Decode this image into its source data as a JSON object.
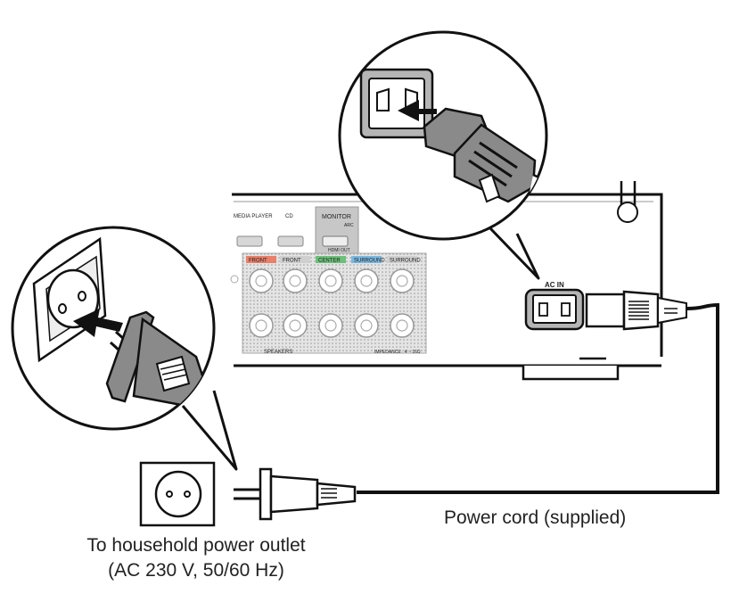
{
  "receiver": {
    "inputs": [
      "MEDIA PLAYER",
      "CD"
    ],
    "monitor": "MONITOR",
    "arc": "ARC",
    "hdmi_out": "HDMI OUT",
    "speaker_channels": [
      "FRONT",
      "FRONT",
      "CENTER",
      "SURROUND",
      "SURROUND"
    ],
    "speakers_label": "SPEAKERS",
    "impedance_label": "IMPEDANCE : 4 ~ 16Ω",
    "ac_in_label": "AC IN"
  },
  "captions": {
    "cord": "Power cord (supplied)",
    "outlet_line1": "To household power outlet",
    "outlet_line2": "(AC 230 V, 50/60 Hz)"
  },
  "colors": {
    "line": "#111111",
    "panel_gray": "#bdbdbd",
    "plug_gray": "#8a8a8a",
    "front_label": "#e8806a",
    "center_label": "#6cc07a",
    "surround_label": "#7ab8e0"
  }
}
